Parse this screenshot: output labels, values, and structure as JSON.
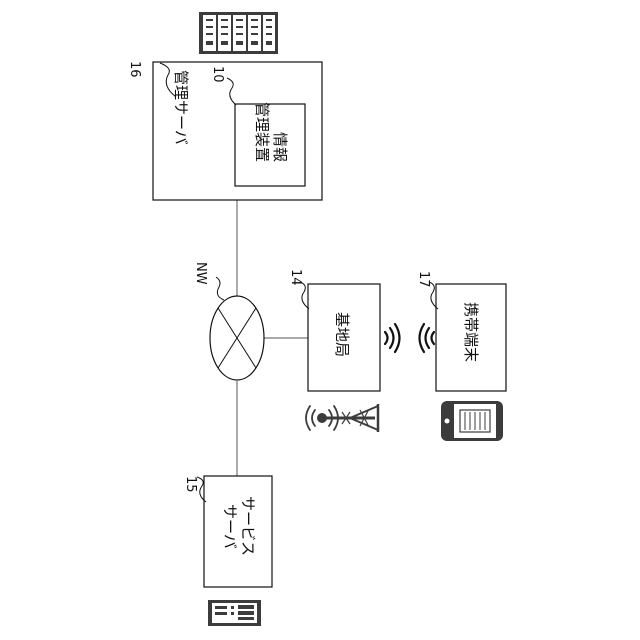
{
  "nodes": {
    "management_server": {
      "label": "管理サーバ",
      "ref": "16"
    },
    "info_device": {
      "line1": "情報",
      "line2": "管理装置",
      "ref": "10"
    },
    "network": {
      "label": "NW"
    },
    "base_station": {
      "label": "基地局",
      "ref": "14"
    },
    "mobile_terminal": {
      "label": "携帯端末",
      "ref": "17"
    },
    "service_server": {
      "line1": "サービス",
      "line2": "サーバ",
      "ref": "15"
    }
  },
  "icons": {
    "rack_server": "server-rack-icon",
    "tower_server": "tower-server-icon",
    "antenna_tower": "antenna-tower-icon",
    "smartphone": "smartphone-icon",
    "wireless_waves": "wireless-signal-icon"
  },
  "colors": {
    "stroke": "#111111",
    "connector": "#555555",
    "icon_dark": "#3c3c3c"
  }
}
